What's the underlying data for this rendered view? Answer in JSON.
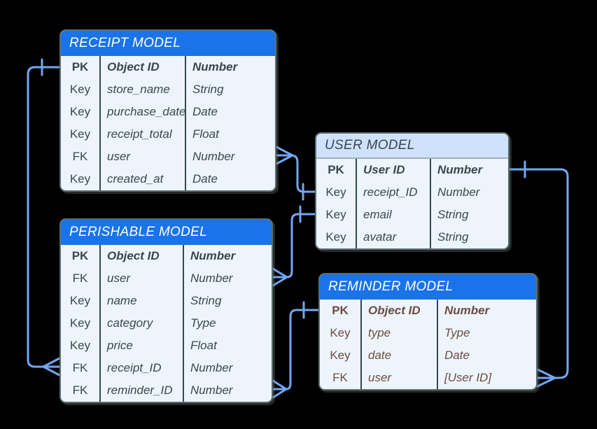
{
  "diagram": {
    "tables": {
      "receipt": {
        "title": "RECEIPT MODEL",
        "header_style": "blue",
        "rows": [
          {
            "key": "PK",
            "field": "Object ID",
            "type": "Number"
          },
          {
            "key": "Key",
            "field": "store_name",
            "type": "String"
          },
          {
            "key": "Key",
            "field": "purchase_date",
            "type": "Date"
          },
          {
            "key": "Key",
            "field": "receipt_total",
            "type": "Float"
          },
          {
            "key": "FK",
            "field": "user",
            "type": "Number"
          },
          {
            "key": "Key",
            "field": "created_at",
            "type": "Date"
          }
        ]
      },
      "user": {
        "title": "USER MODEL",
        "header_style": "light",
        "rows": [
          {
            "key": "PK",
            "field": "User ID",
            "type": "Number"
          },
          {
            "key": "Key",
            "field": "receipt_ID",
            "type": "Number"
          },
          {
            "key": "Key",
            "field": "email",
            "type": "String"
          },
          {
            "key": "Key",
            "field": "avatar",
            "type": "String"
          }
        ]
      },
      "perishable": {
        "title": "PERISHABLE MODEL",
        "header_style": "blue",
        "rows": [
          {
            "key": "PK",
            "field": "Object ID",
            "type": "Number"
          },
          {
            "key": "FK",
            "field": "user",
            "type": "Number"
          },
          {
            "key": "Key",
            "field": "name",
            "type": "String"
          },
          {
            "key": "Key",
            "field": "category",
            "type": "Type"
          },
          {
            "key": "Key",
            "field": "price",
            "type": "Float"
          },
          {
            "key": "FK",
            "field": "receipt_ID",
            "type": "Number"
          },
          {
            "key": "FK",
            "field": "reminder_ID",
            "type": "Number"
          }
        ]
      },
      "reminder": {
        "title": "REMINDER MODEL",
        "header_style": "blue",
        "text_color": "brown",
        "rows": [
          {
            "key": "PK",
            "field": "Object ID",
            "type": "Number"
          },
          {
            "key": "Key",
            "field": "type",
            "type": "Type"
          },
          {
            "key": "Key",
            "field": "date",
            "type": "Date"
          },
          {
            "key": "FK",
            "field": "user",
            "type": "[User ID]"
          }
        ]
      }
    },
    "connections": [
      {
        "from": "RECEIPT MODEL.Object ID",
        "from_cardinality": "one",
        "to": "PERISHABLE MODEL.receipt_ID",
        "to_cardinality": "many"
      },
      {
        "from": "RECEIPT MODEL.user",
        "from_cardinality": "many",
        "to": "USER MODEL.receipt_ID",
        "to_cardinality": "one"
      },
      {
        "from": "USER MODEL.email",
        "from_cardinality": "one",
        "to": "PERISHABLE MODEL.user",
        "to_cardinality": "many"
      },
      {
        "from": "REMINDER MODEL.Object ID",
        "from_cardinality": "one",
        "to": "PERISHABLE MODEL.reminder_ID",
        "to_cardinality": "many"
      },
      {
        "from": "USER MODEL.User ID",
        "from_cardinality": "one",
        "to": "REMINDER MODEL.user",
        "to_cardinality": "many"
      }
    ],
    "colors": {
      "canvas_bg": "#000000",
      "header_blue": "#1a73e8",
      "header_light_blue": "#cfe2fb",
      "body_bg": "#edf4fc",
      "outer_border": "#5c6e6e",
      "column_divider": "#37474f",
      "text_dark": "#3c464e",
      "text_brown": "#6d4c41",
      "connector_blue": "#74a7f4"
    }
  }
}
